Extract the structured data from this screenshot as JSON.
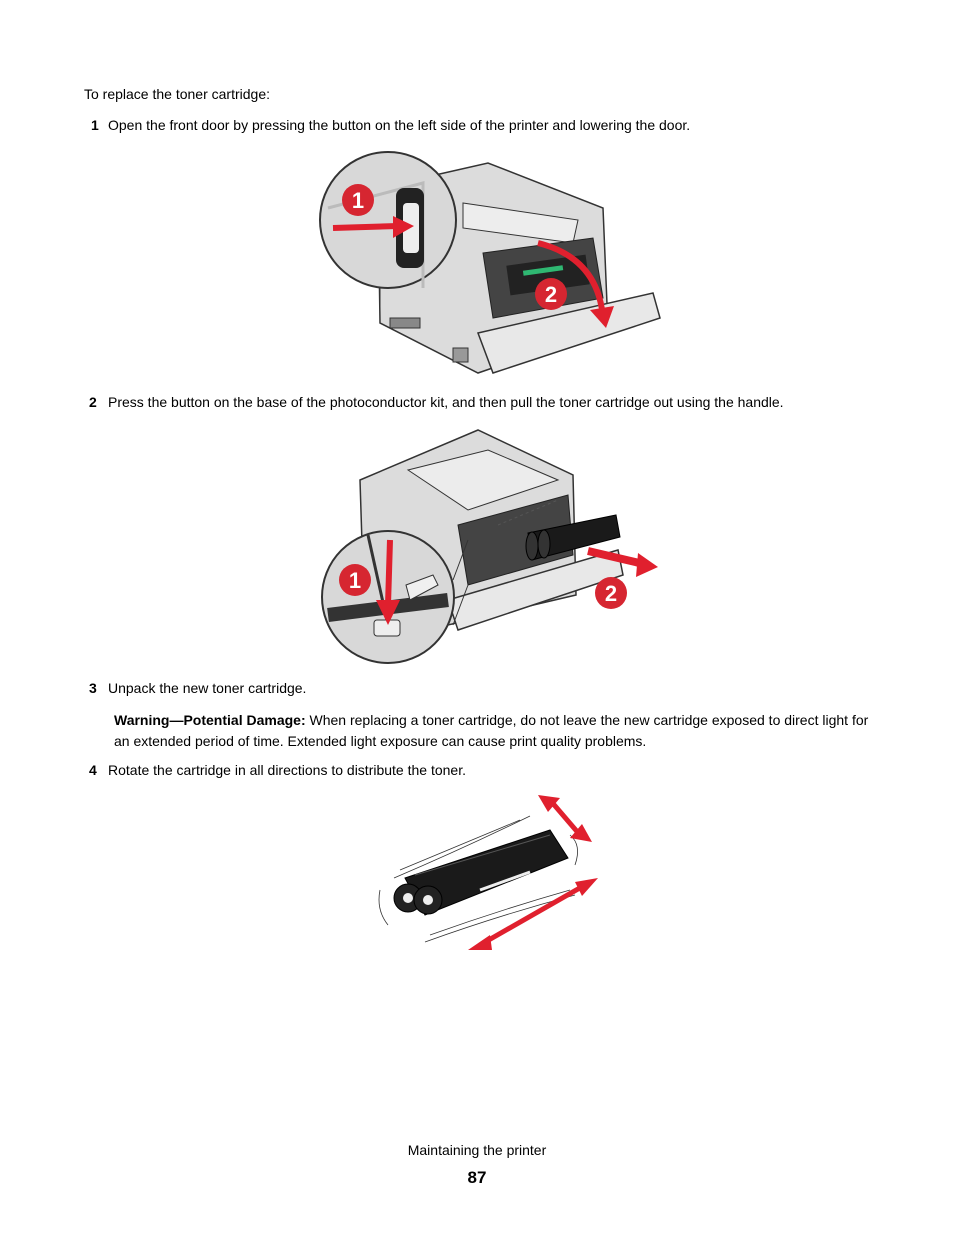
{
  "intro": "To replace the toner cartridge:",
  "steps": [
    {
      "number": "1",
      "text": "Open the front door by pressing the button on the left side of the printer and lowering the door."
    },
    {
      "number": "2",
      "text": "Press the button on the base of the photoconductor kit, and then pull the toner cartridge out using the handle."
    },
    {
      "number": "3",
      "text": "Unpack the new toner cartridge."
    },
    {
      "number": "4",
      "text": "Rotate the cartridge in all directions to distribute the toner."
    }
  ],
  "warning": {
    "label": "Warning—Potential Damage:",
    "text": " When replacing a toner cartridge, do not leave the new cartridge exposed to direct light for an extended period of time. Extended light exposure can cause print quality problems."
  },
  "figures": {
    "fig1": {
      "callout_a": "1",
      "callout_b": "2"
    },
    "fig2": {
      "callout_a": "1",
      "callout_b": "2"
    }
  },
  "footer": {
    "section_title": "Maintaining the printer",
    "page_number": "87"
  },
  "colors": {
    "callout_red": "#d62631",
    "arrow_red": "#e0202e",
    "printer_gray": "#d9d9d9",
    "cartridge_black": "#1a1a1a"
  }
}
